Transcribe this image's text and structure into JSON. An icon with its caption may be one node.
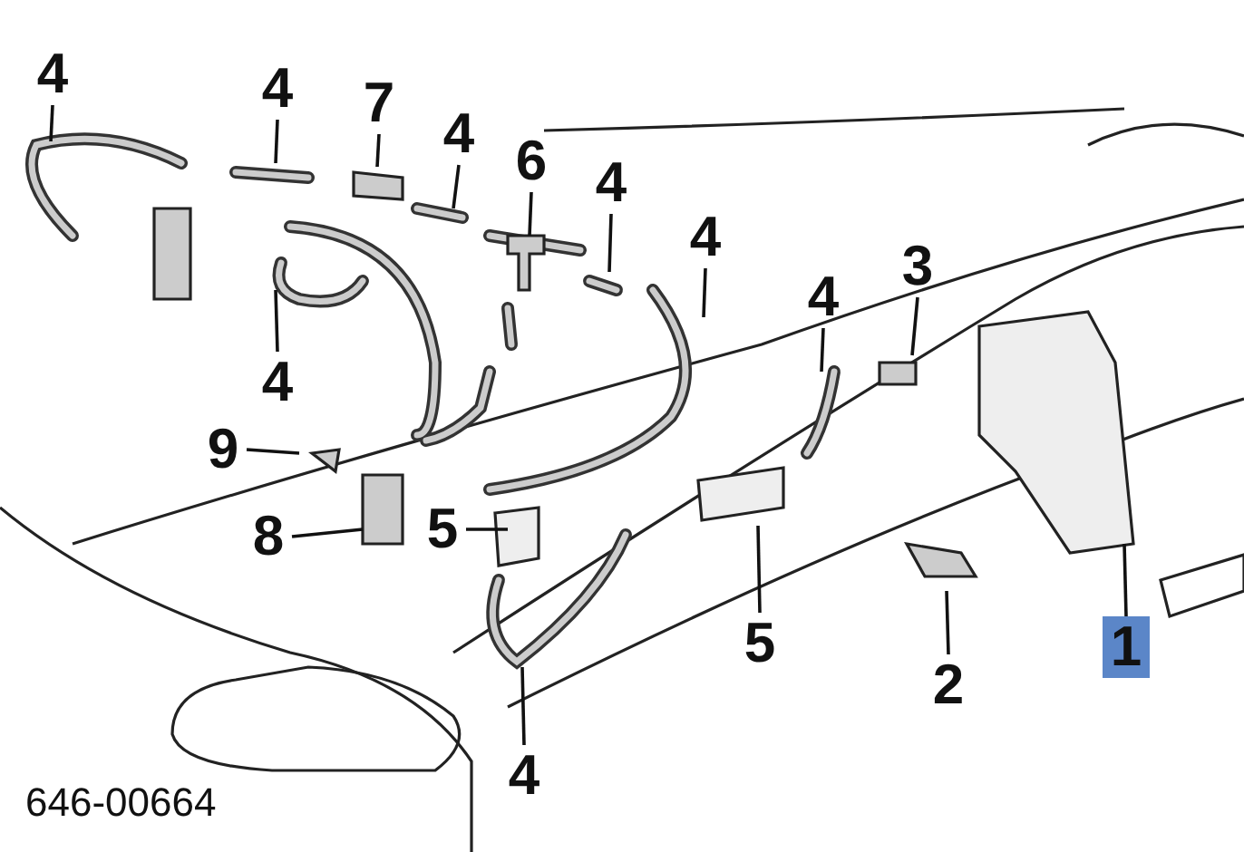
{
  "diagram": {
    "nodes": [
      {
        "text": [
          "4"
        ]
      },
      {
        "text": [
          "4"
        ]
      },
      {
        "text": [
          "7"
        ]
      },
      {
        "text": [
          "4"
        ]
      },
      {
        "text": [
          "6"
        ]
      },
      {
        "text": [
          "4"
        ]
      },
      {
        "text": [
          "4"
        ]
      },
      {
        "text": [
          "3"
        ]
      },
      {
        "text": [
          "4"
        ]
      },
      {
        "text": [
          "4"
        ]
      },
      {
        "text": [
          "9"
        ]
      },
      {
        "text": [
          "8"
        ]
      },
      {
        "text": [
          "5"
        ]
      },
      {
        "text": [
          "5"
        ]
      },
      {
        "text": [
          "2"
        ]
      },
      {
        "text": [
          "1"
        ]
      },
      {
        "text": [
          "4"
        ]
      }
    ],
    "edges": [
      {
        "from": 0,
        "to": null,
        "arrow": "none"
      },
      {
        "from": 1,
        "to": null,
        "arrow": "none"
      },
      {
        "from": 2,
        "to": null,
        "arrow": "none"
      },
      {
        "from": 3,
        "to": null,
        "arrow": "none"
      },
      {
        "from": 4,
        "to": null,
        "arrow": "none"
      },
      {
        "from": 5,
        "to": null,
        "arrow": "none"
      },
      {
        "from": 6,
        "to": null,
        "arrow": "none"
      },
      {
        "from": 7,
        "to": null,
        "arrow": "none"
      },
      {
        "from": 8,
        "to": null,
        "arrow": "none"
      },
      {
        "from": 9,
        "to": null,
        "arrow": "none"
      },
      {
        "from": 10,
        "to": null,
        "arrow": "none"
      },
      {
        "from": 11,
        "to": null,
        "arrow": "none"
      },
      {
        "from": 12,
        "to": null,
        "arrow": "none"
      },
      {
        "from": 13,
        "to": null,
        "arrow": "none"
      },
      {
        "from": 14,
        "to": null,
        "arrow": "none"
      },
      {
        "from": 15,
        "to": null,
        "arrow": "none"
      },
      {
        "from": 16,
        "to": null,
        "arrow": "none"
      }
    ],
    "labels": [
      "646-00664"
    ]
  }
}
